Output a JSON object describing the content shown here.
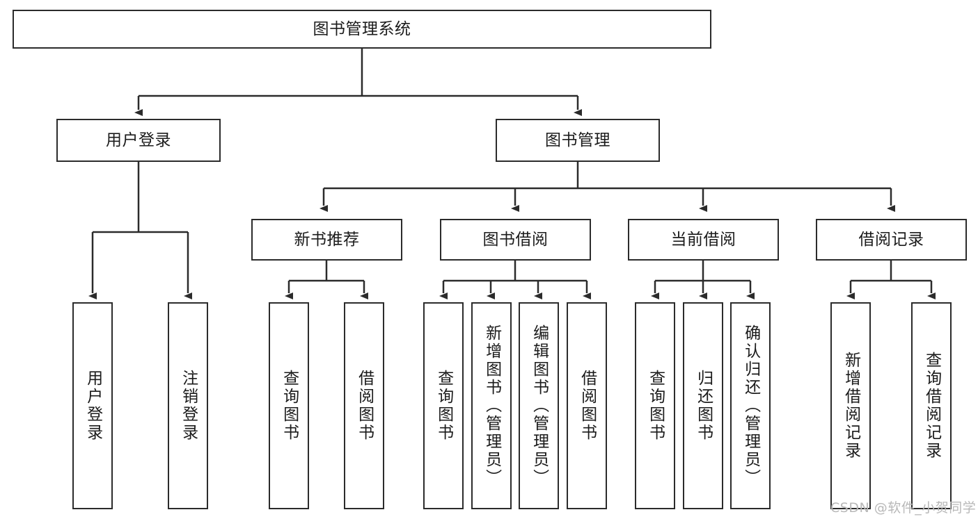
{
  "diagram": {
    "title": "图书管理系统",
    "type": "tree-hierarchy",
    "watermark": "CSDN @软件_小贺同学",
    "colors": {
      "stroke": "#2b2b2b",
      "fill": "#ffffff",
      "text": "#1b1b1b",
      "watermark": "#b8b8b8"
    },
    "root": {
      "id": "root",
      "label": "图书管理系统"
    },
    "level2": [
      {
        "id": "user-login",
        "label": "用户登录"
      },
      {
        "id": "book-manage",
        "label": "图书管理"
      }
    ],
    "level3": [
      {
        "id": "new-book-rec",
        "label": "新书推荐",
        "parent": "book-manage"
      },
      {
        "id": "book-borrow",
        "label": "图书借阅",
        "parent": "book-manage"
      },
      {
        "id": "current-borrow",
        "label": "当前借阅",
        "parent": "book-manage"
      },
      {
        "id": "borrow-record",
        "label": "借阅记录",
        "parent": "book-manage"
      }
    ],
    "leaves": [
      {
        "id": "leaf-user-login",
        "label": "用户登录",
        "parent": "user-login"
      },
      {
        "id": "leaf-logout",
        "label": "注销登录",
        "parent": "user-login"
      },
      {
        "id": "leaf-query-book-1",
        "label": "查询图书",
        "parent": "new-book-rec"
      },
      {
        "id": "leaf-borrow-book-1",
        "label": "借阅图书",
        "parent": "new-book-rec"
      },
      {
        "id": "leaf-query-book-2",
        "label": "查询图书",
        "parent": "book-borrow"
      },
      {
        "id": "leaf-add-book",
        "label": "新增图书（管理员）",
        "parent": "book-borrow"
      },
      {
        "id": "leaf-edit-book",
        "label": "编辑图书（管理员）",
        "parent": "book-borrow"
      },
      {
        "id": "leaf-borrow-book-2",
        "label": "借阅图书",
        "parent": "book-borrow"
      },
      {
        "id": "leaf-query-book-3",
        "label": "查询图书",
        "parent": "current-borrow"
      },
      {
        "id": "leaf-return-book",
        "label": "归还图书",
        "parent": "current-borrow"
      },
      {
        "id": "leaf-confirm-return",
        "label": "确认归还（管理员）",
        "parent": "current-borrow"
      },
      {
        "id": "leaf-add-record",
        "label": "新增借阅记录",
        "parent": "borrow-record"
      },
      {
        "id": "leaf-query-record",
        "label": "查询借阅记录",
        "parent": "borrow-record"
      }
    ]
  }
}
